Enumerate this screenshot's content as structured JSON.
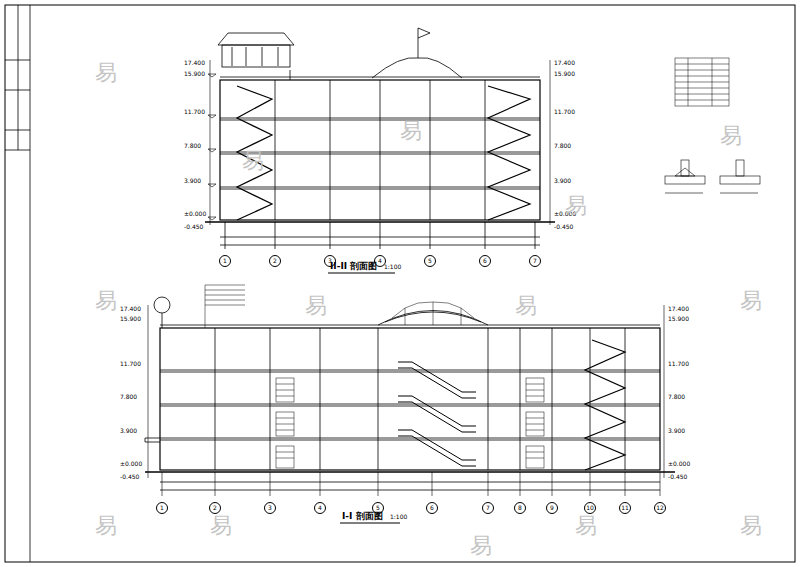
{
  "diagram": {
    "nodes": [
      {
        "text": [
          "1"
        ]
      },
      {
        "text": [
          "2"
        ]
      },
      {
        "text": [
          "3"
        ]
      },
      {
        "text": [
          "4"
        ]
      },
      {
        "text": [
          "5"
        ]
      },
      {
        "text": [
          "6"
        ]
      },
      {
        "text": [
          "7"
        ]
      },
      {
        "text": [
          "1"
        ]
      },
      {
        "text": [
          "2"
        ]
      },
      {
        "text": [
          "3"
        ]
      },
      {
        "text": [
          "4"
        ]
      },
      {
        "text": [
          "5"
        ]
      },
      {
        "text": [
          "6"
        ]
      },
      {
        "text": [
          "7"
        ]
      },
      {
        "text": [
          "8"
        ]
      },
      {
        "text": [
          "9"
        ]
      },
      {
        "text": [
          "10"
        ]
      },
      {
        "text": [
          "11"
        ]
      },
      {
        "text": [
          "12"
        ]
      }
    ],
    "labels": [
      "II-II 剖面图",
      "1:100",
      "I-I 剖面图",
      "1:100",
      "17.400",
      "15.900",
      "11.700",
      "7.800",
      "3.900",
      "±0.000",
      "-0.450",
      "17.400",
      "15.900",
      "11.700",
      "7.800",
      "3.900",
      "±0.000",
      "-0.450",
      "17.400",
      "15.900",
      "11.700",
      "7.800",
      "3.900",
      "±0.000",
      "-0.450",
      "17.400",
      "15.900",
      "11.700",
      "7.800",
      "3.900",
      "±0.000",
      "-0.450",
      "易",
      "易",
      "易",
      "易",
      "易",
      "易",
      "易",
      "易",
      "易",
      "易",
      "易",
      "易",
      "易",
      "易"
    ]
  }
}
